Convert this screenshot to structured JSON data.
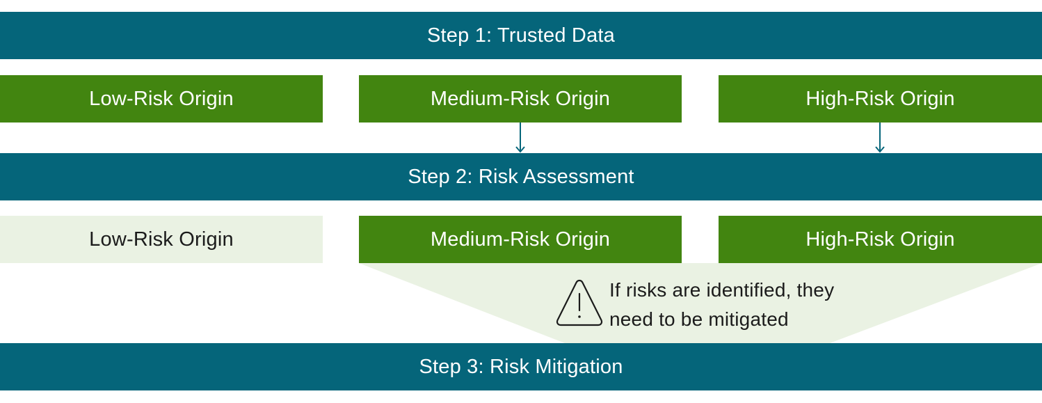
{
  "step1": {
    "label": "Step 1: Trusted Data"
  },
  "row1": {
    "low": "Low-Risk Origin",
    "medium": "Medium-Risk Origin",
    "high": "High-Risk Origin"
  },
  "step2": {
    "label": "Step 2: Risk Assessment"
  },
  "row2": {
    "low": "Low-Risk Origin",
    "medium": "Medium-Risk Origin",
    "high": "High-Risk Origin"
  },
  "note": {
    "line1": "If risks are identified, they",
    "line2": "need to be mitigated",
    "icon": "warning-triangle-icon"
  },
  "step3": {
    "label": "Step 3: Risk Mitigation"
  },
  "colors": {
    "teal": "#05657a",
    "green": "#428510",
    "pale_green": "#eaf2e3"
  }
}
